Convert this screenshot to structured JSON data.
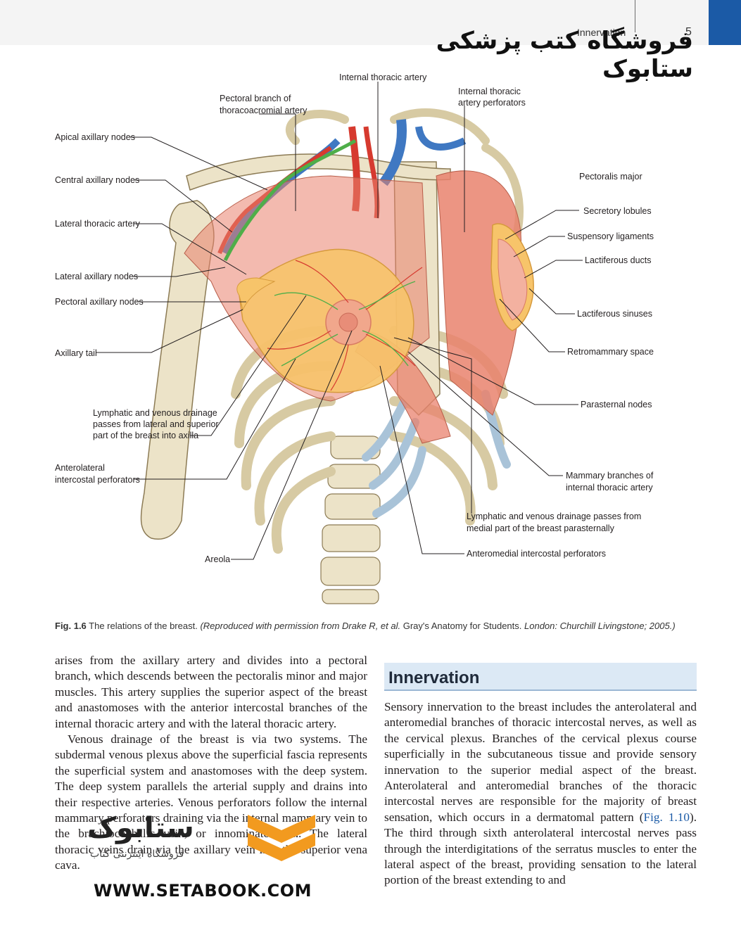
{
  "header": {
    "running_head": "Innervation",
    "page_number": "5",
    "watermark_top": "فروشگاه کتب پزشکی ستابوک"
  },
  "figure": {
    "labels": {
      "internal_thoracic_artery": "Internal thoracic artery",
      "pectoral_branch_1": "Pectoral branch of",
      "pectoral_branch_2": "thoracoacromial artery",
      "internal_thoracic_perforators_1": "Internal thoracic",
      "internal_thoracic_perforators_2": "artery perforators",
      "apical_axillary_nodes": "Apical axillary nodes",
      "central_axillary_nodes": "Central axillary nodes",
      "lateral_thoracic_artery": "Lateral thoracic artery",
      "lateral_axillary_nodes": "Lateral axillary nodes",
      "pectoral_axillary_nodes": "Pectoral axillary nodes",
      "axillary_tail": "Axillary tail",
      "lymphatic_lateral_1": "Lymphatic and venous drainage",
      "lymphatic_lateral_2": "passes from lateral and superior",
      "lymphatic_lateral_3": "part of the breast into axilla",
      "anterolateral_1": "Anterolateral",
      "anterolateral_2": "intercostal perforators",
      "areola": "Areola",
      "pectoralis_major": "Pectoralis major",
      "secretory_lobules": "Secretory lobules",
      "suspensory_ligaments": "Suspensory ligaments",
      "lactiferous_ducts": "Lactiferous ducts",
      "lactiferous_sinuses": "Lactiferous sinuses",
      "retromammary_space": "Retromammary space",
      "parasternal_nodes": "Parasternal nodes",
      "mammary_branches_1": "Mammary branches of",
      "mammary_branches_2": "internal thoracic artery",
      "lymphatic_medial_1": "Lymphatic and venous drainage passes from",
      "lymphatic_medial_2": "medial part of the breast parasternally",
      "anteromedial": "Anteromedial intercostal perforators"
    }
  },
  "caption": {
    "fig_number": "Fig. 1.6",
    "text": " The relations of the breast. ",
    "credit_prefix": "(Reproduced with permission from Drake R, et al. ",
    "book_title": "Gray's Anatomy for Students.",
    "credit_suffix": " London: Churchill Livingstone; 2005.)"
  },
  "left_column": {
    "p1": "arises from the axillary artery and divides into a pectoral branch, which descends between the pectoralis minor and major muscles. This artery supplies the superior aspect of the breast and anastomoses with the anterior intercostal branches of the internal thoracic artery and with the lateral thoracic artery.",
    "p2": "Venous drainage of the breast is via two systems. The subdermal venous plexus above the superficial fascia represents the superficial system and anastomoses with the deep system. The deep system parallels the arterial supply and drains into their respective arteries. Venous perforators follow the internal mammary perforators draining via the internal mammary vein to the brachiocephalic vein, or innominate vein. The lateral thoracic veins drain via the axillary vein into the superior vena cava."
  },
  "section": {
    "heading": "Innervation"
  },
  "right_column": {
    "p1_before": "Sensory innervation to the breast includes the anterolateral and anteromedial branches of thoracic intercostal nerves, as well as the cervical plexus. Branches of the cervical plexus course superficially in the subcutaneous tissue and provide sensory innervation to the superior medial aspect of the breast. Anterolateral and anteromedial branches of the thoracic intercostal nerves are responsible for the majority of breast sensation, which occurs in a dermatomal pattern (",
    "fig_ref": "Fig. 1.10",
    "p1_after": "). The third through sixth anterolateral intercostal nerves pass through the interdigitations of the serratus muscles to enter the lateral aspect of the breast, providing sensation to the lateral portion of the breast extending to and"
  },
  "watermark_bottom": {
    "logo_text": "ستابوک",
    "sub_text": "فروشگاه اینترنتی کتاب",
    "url": "WWW.SETABOOK.COM"
  },
  "colors": {
    "header_blue": "#1b5aa6",
    "section_bg": "#dce9f5",
    "muscle": "#e9826d",
    "breast": "#f7c46a",
    "bone": "#ece3c8",
    "cartilage": "#a9c3d8",
    "artery": "#d63a2f",
    "vein": "#3f78c2",
    "lymph": "#4fae49"
  }
}
